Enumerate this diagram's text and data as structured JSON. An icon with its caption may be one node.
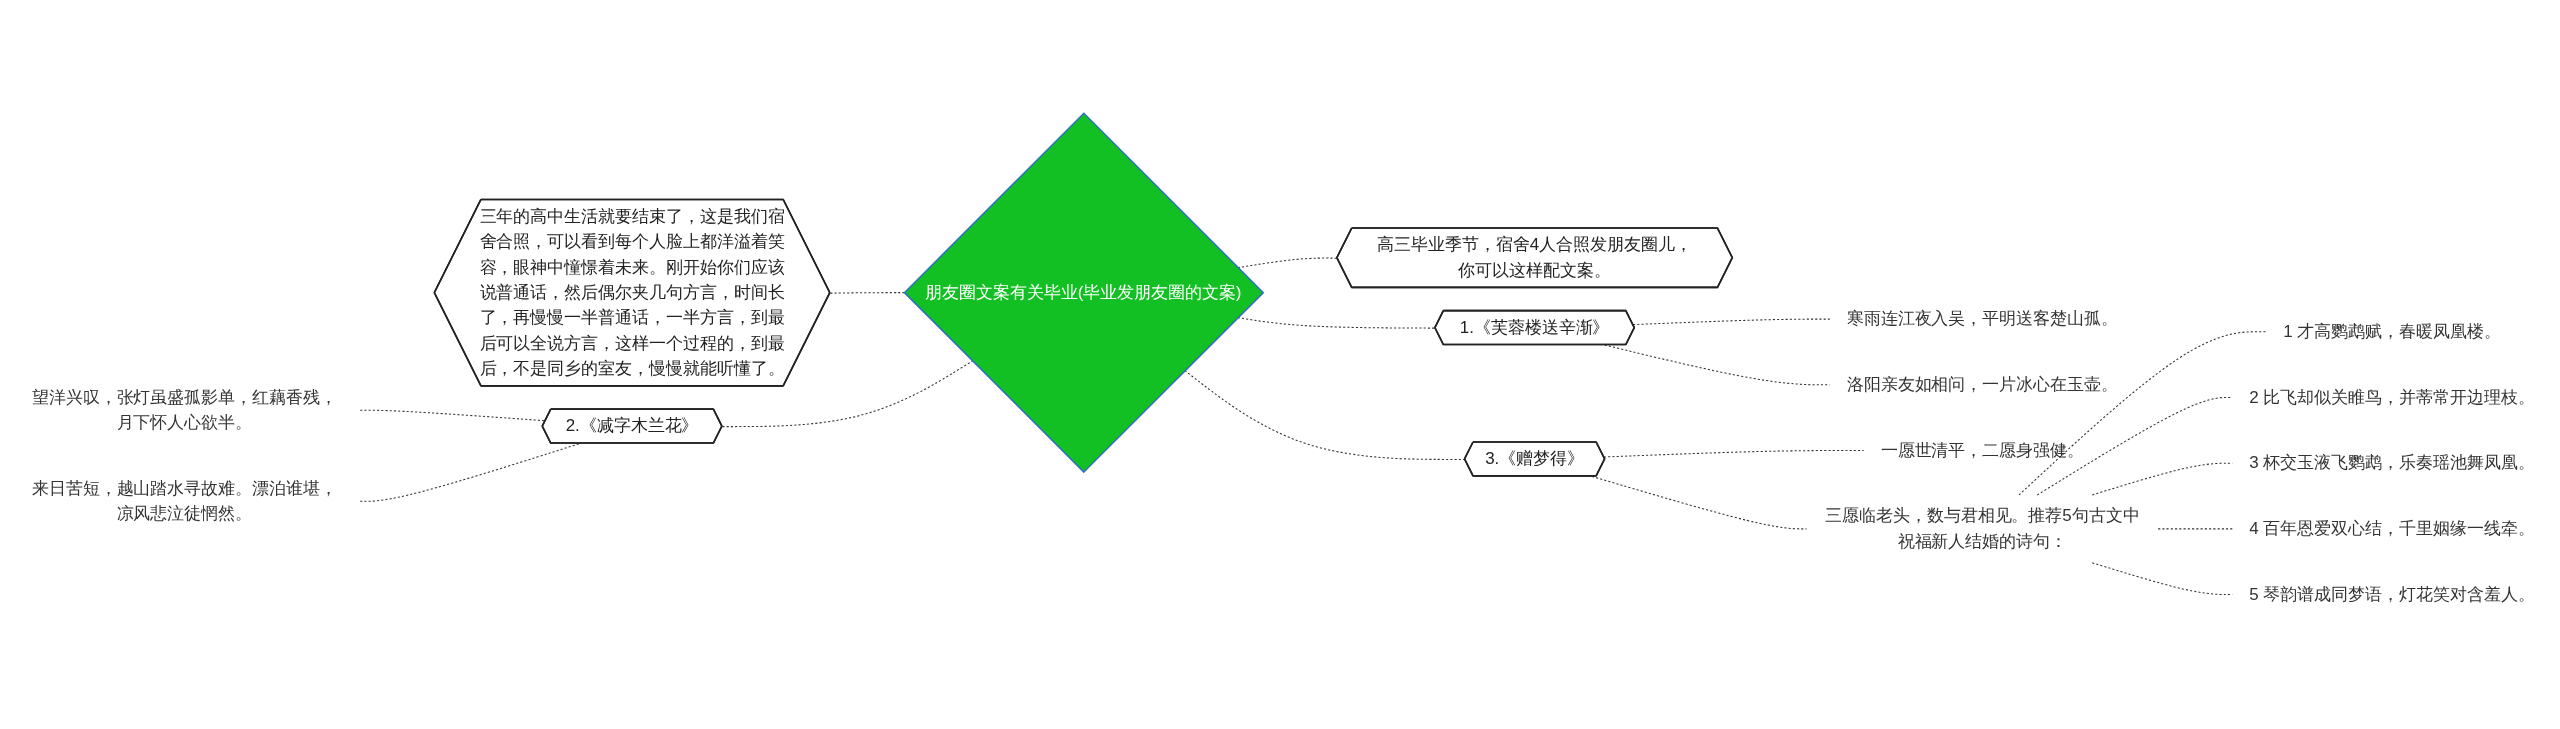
{
  "diagram": {
    "nodes": [
      {
        "text": [
          "朋友圈文案有关毕业(毕业发朋友圈的文案)"
        ]
      },
      {
        "text": [
          "三年的高中生活就要结束了，这是我们宿舍合照，可以看到每个人脸上都洋溢着笑容，眼神中憧憬着未来。刚开始你们应该说普通话，然后偶尔夹几句方言，时间长了，再慢慢一半普通话，一半方言，到最后可以全说方言，这样一个过程的，到最后，不是同乡的室友，慢慢就能听懂了。"
        ]
      },
      {
        "text": [
          "2.《减字木兰花》"
        ]
      },
      {
        "text": [
          "望洋兴叹，张灯虽盛孤影单，红藕香残，月下怀人心欲半。"
        ]
      },
      {
        "text": [
          "来日苦短，越山踏水寻故难。漂泊谁堪，凉风悲泣徒惘然。"
        ]
      },
      {
        "text": [
          "高三毕业季节，宿舍4人合照发朋友圈儿，你可以这样配文案。"
        ]
      },
      {
        "text": [
          "1.《芙蓉楼送辛渐》"
        ]
      },
      {
        "text": [
          "寒雨连江夜入吴，平明送客楚山孤。"
        ]
      },
      {
        "text": [
          "洛阳亲友如相问，一片冰心在玉壶。"
        ]
      },
      {
        "text": [
          "3.《赠梦得》"
        ]
      },
      {
        "text": [
          "一愿世清平，二愿身强健。"
        ]
      },
      {
        "text": [
          "三愿临老头，数与君相见。推荐5句古文中祝福新人结婚的诗句："
        ]
      },
      {
        "text": [
          "1 才高鹦鹉赋，春暖凤凰楼。"
        ]
      },
      {
        "text": [
          "2 比飞却似关睢鸟，并蒂常开边理枝。"
        ]
      },
      {
        "text": [
          "3 杯交玉液飞鹦鹉，乐奏瑶池舞凤凰。"
        ]
      },
      {
        "text": [
          "4 百年恩爱双心结，千里姻缘一线牵。"
        ]
      },
      {
        "text": [
          "5 琴韵谱成同梦语，灯花笑对含羞人。"
        ]
      }
    ],
    "edges": [
      {
        "from": 1,
        "to": 0,
        "arrow": "none",
        "style": "dashed"
      },
      {
        "from": 2,
        "to": 0,
        "arrow": "none",
        "style": "dashed"
      },
      {
        "from": 3,
        "to": 2,
        "arrow": "none",
        "style": "dashed"
      },
      {
        "from": 4,
        "to": 2,
        "arrow": "none",
        "style": "dashed"
      },
      {
        "from": 0,
        "to": 5,
        "arrow": "none",
        "style": "dashed"
      },
      {
        "from": 0,
        "to": 6,
        "arrow": "none",
        "style": "dashed"
      },
      {
        "from": 6,
        "to": 7,
        "arrow": "none",
        "style": "dashed"
      },
      {
        "from": 6,
        "to": 8,
        "arrow": "none",
        "style": "dashed"
      },
      {
        "from": 0,
        "to": 9,
        "arrow": "none",
        "style": "dashed"
      },
      {
        "from": 9,
        "to": 10,
        "arrow": "none",
        "style": "dashed"
      },
      {
        "from": 9,
        "to": 11,
        "arrow": "none",
        "style": "dashed"
      },
      {
        "from": 11,
        "to": 12,
        "arrow": "none",
        "style": "dashed"
      },
      {
        "from": 11,
        "to": 13,
        "arrow": "none",
        "style": "dashed"
      },
      {
        "from": 11,
        "to": 14,
        "arrow": "none",
        "style": "dashed"
      },
      {
        "from": 11,
        "to": 15,
        "arrow": "none",
        "style": "dashed"
      },
      {
        "from": 11,
        "to": 16,
        "arrow": "none",
        "style": "dashed"
      }
    ]
  }
}
